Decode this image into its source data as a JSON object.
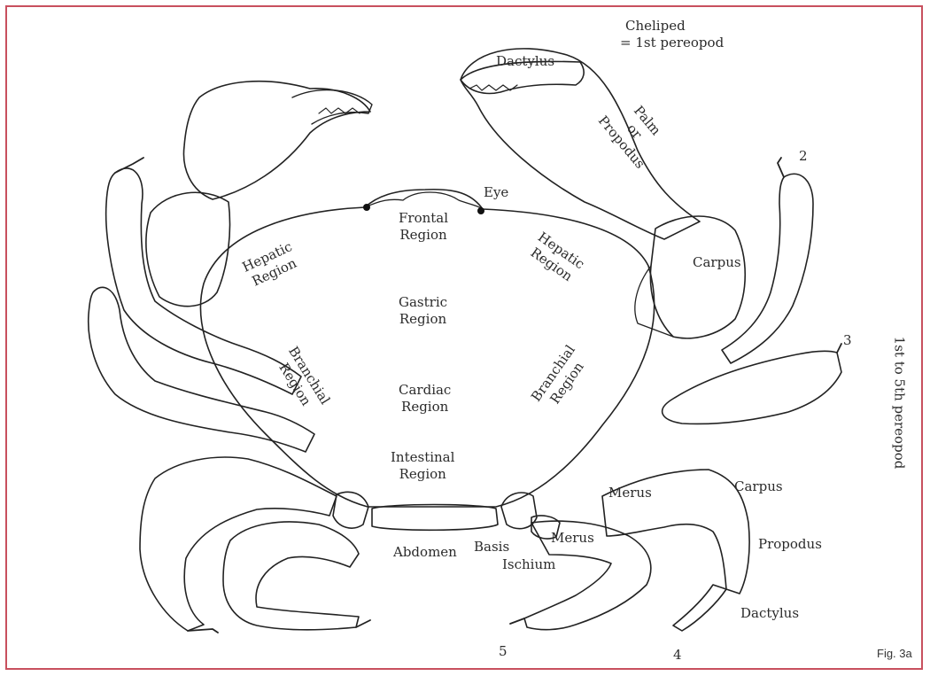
{
  "figure_label": "Fig. 3a",
  "side_caption": "1st to 5th pereopod",
  "cheliped": {
    "title": "Cheliped",
    "subtitle": "= 1st pereopod",
    "dactylus": "Dactylus",
    "palm_lines": [
      "Palm",
      "or",
      "Propodus"
    ],
    "carpus": "Carpus"
  },
  "carapace": {
    "eye": "Eye",
    "frontal": [
      "Frontal",
      "Region"
    ],
    "hepatic_left": [
      "Hepatic",
      "Region"
    ],
    "hepatic_right": [
      "Hepatic",
      "Region"
    ],
    "gastric": [
      "Gastric",
      "Region"
    ],
    "branchial_left": [
      "Branchial",
      "Region"
    ],
    "branchial_right": [
      "Branchial",
      "Region"
    ],
    "cardiac": [
      "Cardiac",
      "Region"
    ],
    "intestinal": [
      "Intestinal",
      "Region"
    ]
  },
  "walking_leg": {
    "merus_upper": "Merus",
    "carpus": "Carpus",
    "propodus": "Propodus",
    "dactylus": "Dactylus",
    "merus_lower": "Merus",
    "basis": "Basis",
    "ischium": "Ischium"
  },
  "abdomen": "Abdomen",
  "leg_numbers": [
    "2",
    "3",
    "4",
    "5"
  ],
  "colors": {
    "frame": "#c8505e",
    "ink": "#222222"
  }
}
